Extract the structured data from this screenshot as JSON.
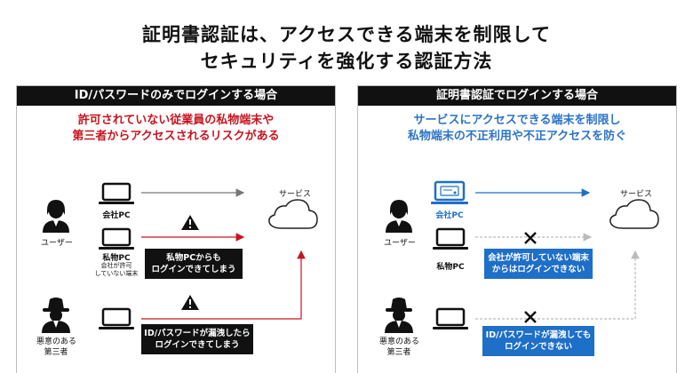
{
  "title": {
    "line1": "証明書認証は、アクセスできる端末を制限して",
    "line2": "セキュリティを強化する認証方法"
  },
  "left_panel": {
    "header": "ID/パスワードのみでログインする場合",
    "tagline1": "許可されていない従業員の私物端末や",
    "tagline2": "第三者からアクセスされるリスクがある",
    "user_label": "ユーザー",
    "company_pc_label": "会社PC",
    "private_pc_label": "私物PC",
    "private_pc_note1": "会社が許可",
    "private_pc_note2": "していない端末",
    "attacker_label1": "悪意のある",
    "attacker_label2": "第三者",
    "service_label": "サービス",
    "box1_line1": "私物PCからも",
    "box1_line2": "ログインできてしまう",
    "box2_line1": "ID/パスワードが漏洩したら",
    "box2_line2": "ログインできてしまう"
  },
  "right_panel": {
    "header": "証明書認証でログインする場合",
    "tagline1": "サービスにアクセスできる端末を制限し",
    "tagline2": "私物端末の不正利用や不正アクセスを防ぐ",
    "user_label": "ユーザー",
    "company_pc_label": "会社PC",
    "private_pc_label": "私物PC",
    "attacker_label1": "悪意のある",
    "attacker_label2": "第三者",
    "service_label": "サービス",
    "box1_line1": "会社が許可していない端末",
    "box1_line2": "からはログインできない",
    "box2_line1": "ID/パスワードが漏洩しても",
    "box2_line2": "ログインできない"
  },
  "colors": {
    "danger": "#c8141e",
    "accent": "#1e6fc7",
    "tagline_blue": "#2b73c8",
    "dark": "#111111",
    "muted_line": "#777777",
    "dashed": "#aaaaaa"
  },
  "icons": [
    "user-icon",
    "laptop-icon",
    "cloud-icon",
    "warning-icon",
    "blocked-x-icon",
    "attacker-icon"
  ]
}
